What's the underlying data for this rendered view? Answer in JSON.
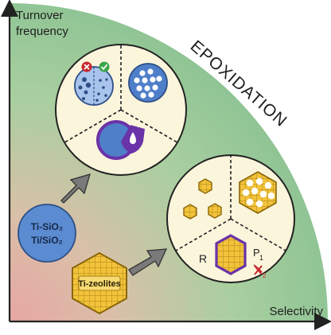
{
  "axes": {
    "y_label_line1": "Turnover",
    "y_label_line2": "frequency",
    "x_label": "Selectivity"
  },
  "region_label": "EPOXIDATION",
  "silica_badge": {
    "line1": "Ti-SiO₂",
    "line2": "Ti/SiO₂"
  },
  "zeolite_badge": {
    "label": "Ti-zeolites"
  },
  "zeolite_circle": {
    "reactant_label": "R",
    "product_label": "P",
    "product_subscript": "1",
    "blocked_subscript": "2"
  },
  "colors": {
    "green_region": "#8fc494",
    "red_corner": "#e8a3a3",
    "panel_fill": "#fbf5dc",
    "arrow_gray": "#777777",
    "silica_blue": "#5b8bd0",
    "zeolite_yellow": "#f2c33a",
    "framework_purple": "#6a33a8",
    "reject_red": "#c8272c",
    "accept_green": "#3aa64a"
  }
}
